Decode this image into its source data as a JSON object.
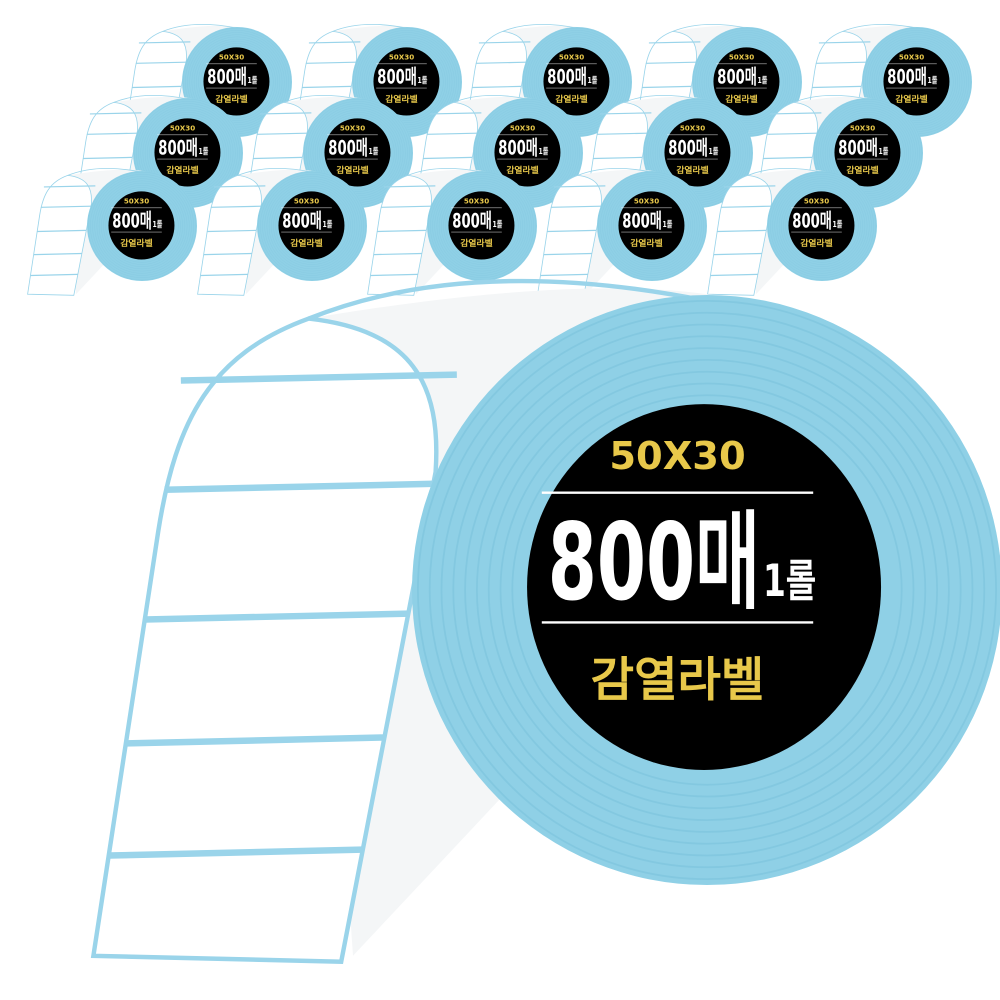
{
  "product": {
    "size_text": "50X30",
    "count_text": "800매",
    "roll_text": "1롤",
    "type_text": "감열라벨"
  },
  "small_roll_count": 15,
  "colors": {
    "roll_edge": "#8fd0e6",
    "roll_ring": "#7cc3dc",
    "label_center": "#000000",
    "accent_text": "#e8c84a",
    "main_text": "#ffffff",
    "label_border": "#9ad4ea"
  }
}
